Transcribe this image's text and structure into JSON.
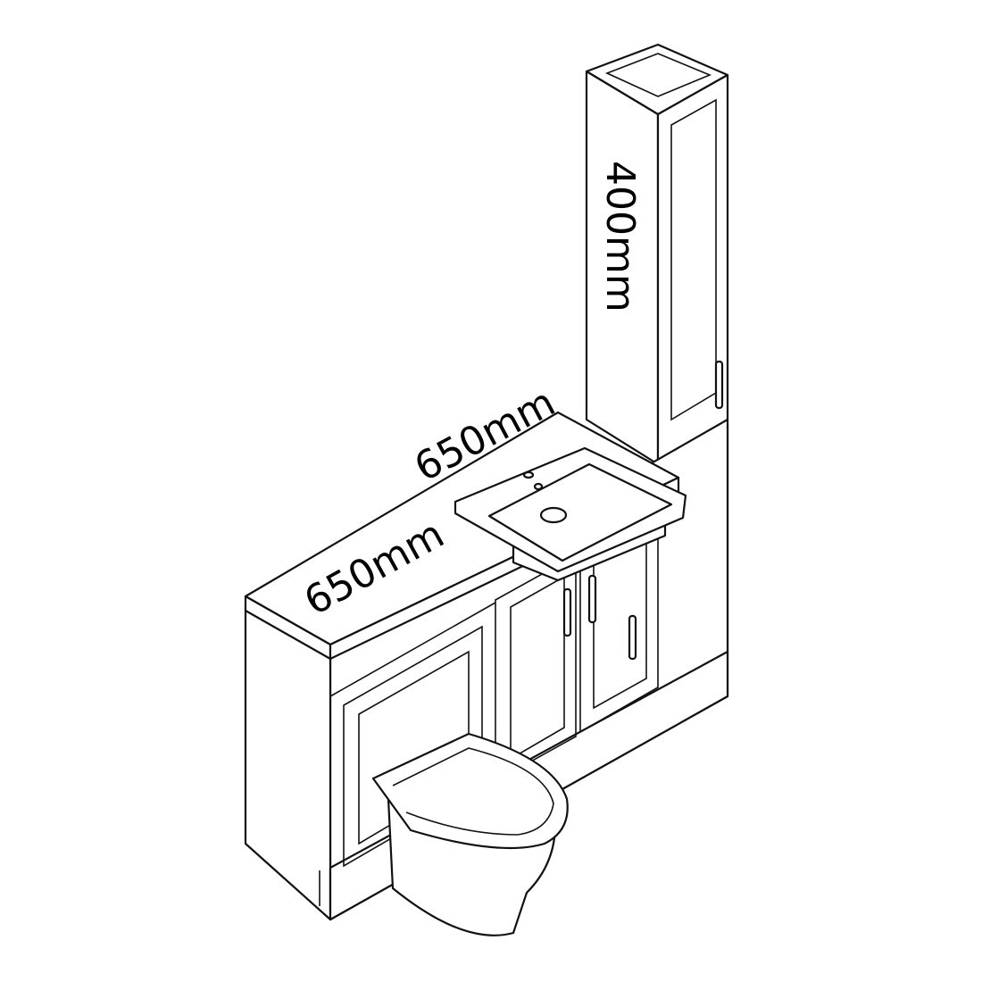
{
  "dimensions": {
    "top_width": "650mm",
    "side_width": "650mm",
    "tall_unit_width": "400mm"
  },
  "colors": {
    "line": "#111111",
    "background": "#ffffff"
  }
}
